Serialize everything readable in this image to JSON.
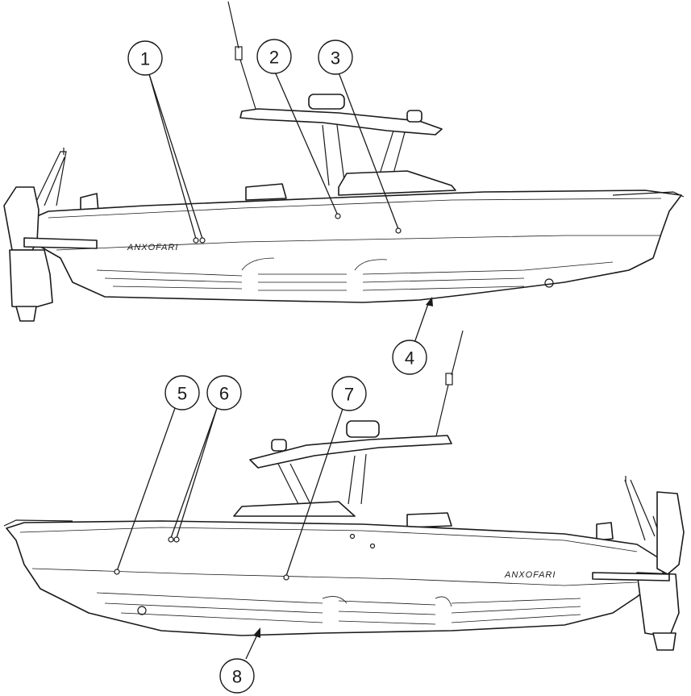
{
  "diagram": {
    "brand_text": "ANXOFARI",
    "callouts": [
      {
        "id": "1",
        "label": "1"
      },
      {
        "id": "2",
        "label": "2"
      },
      {
        "id": "3",
        "label": "3"
      },
      {
        "id": "4",
        "label": "4"
      },
      {
        "id": "5",
        "label": "5"
      },
      {
        "id": "6",
        "label": "6"
      },
      {
        "id": "7",
        "label": "7"
      },
      {
        "id": "8",
        "label": "8"
      }
    ]
  }
}
